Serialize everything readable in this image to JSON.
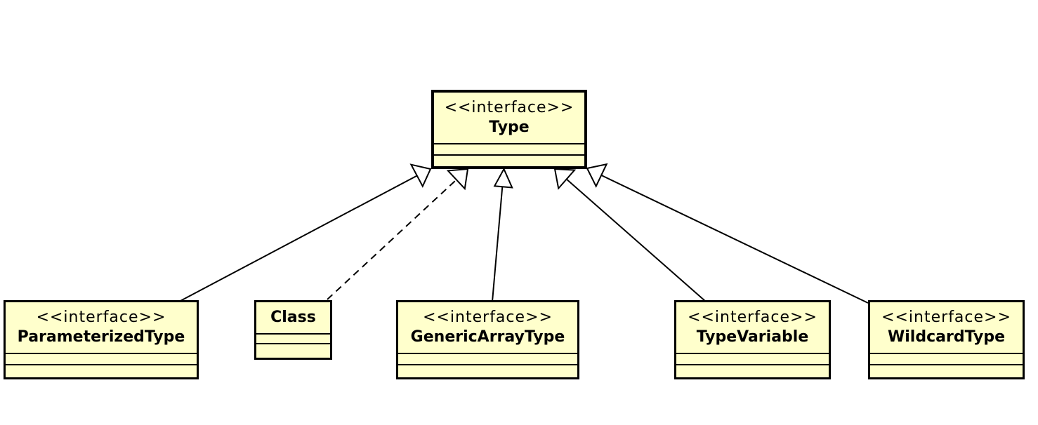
{
  "diagram": {
    "root": {
      "stereotype": "<<interface>>",
      "name": "Type"
    },
    "classes": [
      {
        "stereotype": "<<interface>>",
        "name": "ParameterizedType"
      },
      {
        "stereotype": "",
        "name": "Class"
      },
      {
        "stereotype": "<<interface>>",
        "name": "GenericArrayType"
      },
      {
        "stereotype": "<<interface>>",
        "name": "TypeVariable"
      },
      {
        "stereotype": "<<interface>>",
        "name": "WildcardType"
      }
    ],
    "relations": [
      {
        "from": "ParameterizedType",
        "to": "Type",
        "kind": "generalization"
      },
      {
        "from": "Class",
        "to": "Type",
        "kind": "realization"
      },
      {
        "from": "GenericArrayType",
        "to": "Type",
        "kind": "generalization"
      },
      {
        "from": "TypeVariable",
        "to": "Type",
        "kind": "generalization"
      },
      {
        "from": "WildcardType",
        "to": "Type",
        "kind": "generalization"
      }
    ],
    "colors": {
      "box_fill": "#ffffcc",
      "stroke": "#000000",
      "arrowhead_fill": "#ffffff"
    }
  }
}
